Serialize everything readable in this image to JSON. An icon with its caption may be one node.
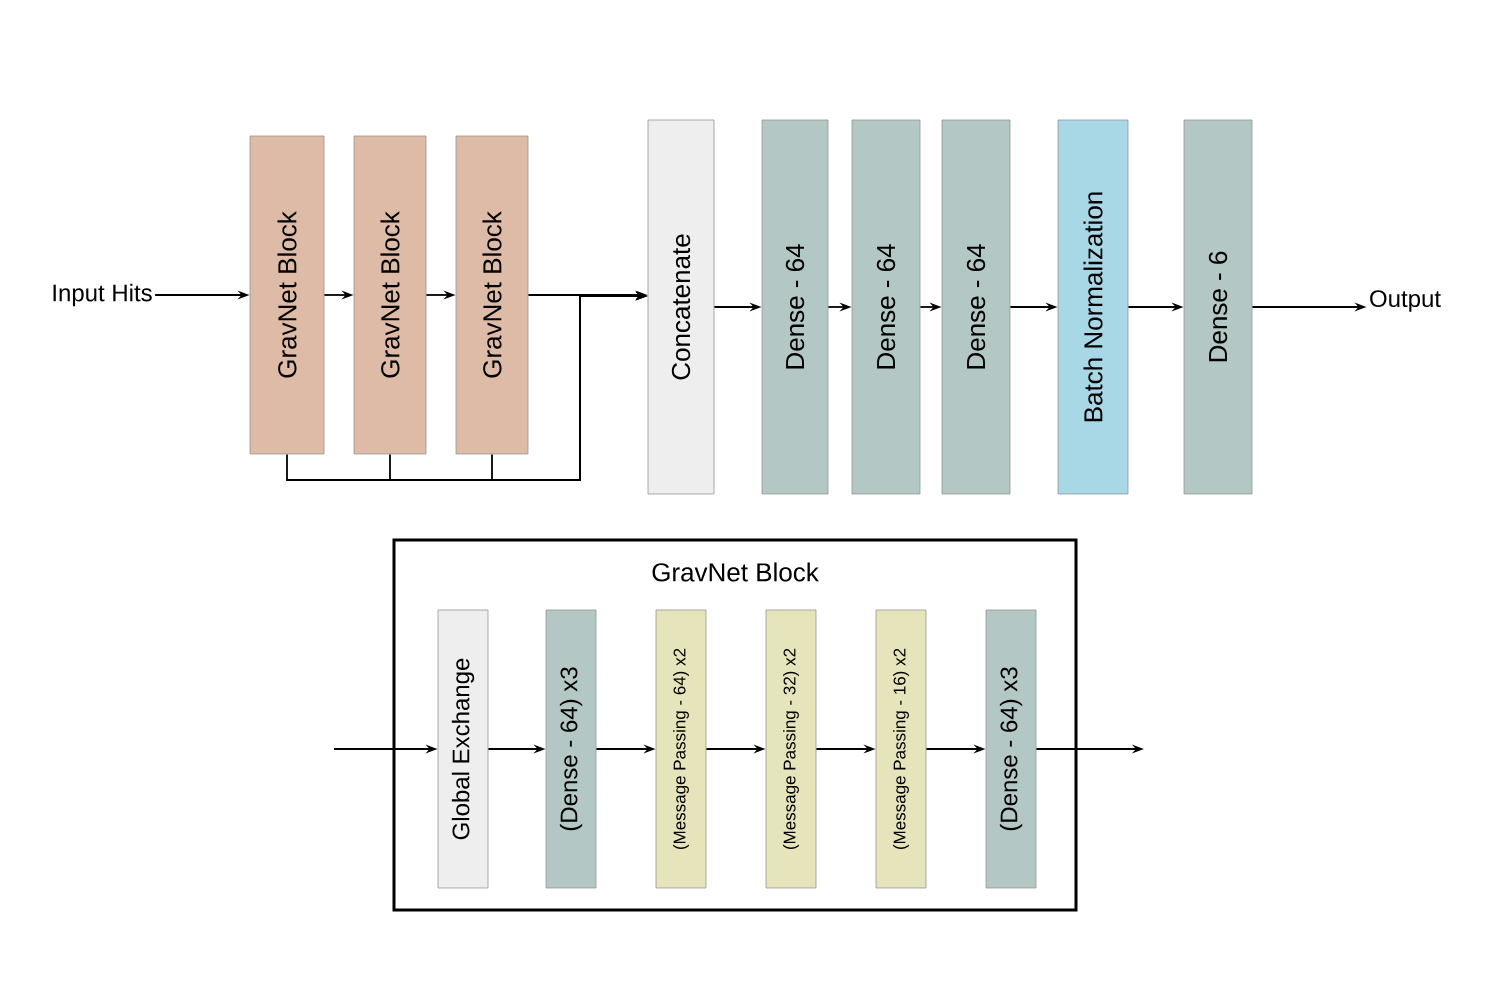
{
  "diagram": {
    "nodes": [
      {
        "text": [
          "Input Hits"
        ]
      },
      {
        "text": [
          "GravNet Block"
        ]
      },
      {
        "text": [
          "GravNet Block"
        ]
      },
      {
        "text": [
          "GravNet Block"
        ]
      },
      {
        "text": [
          "Concatenate"
        ]
      },
      {
        "text": [
          "Dense - 64"
        ]
      },
      {
        "text": [
          "Dense - 64"
        ]
      },
      {
        "text": [
          "Dense - 64"
        ]
      },
      {
        "text": [
          "Batch Normalization"
        ]
      },
      {
        "text": [
          "Dense - 6"
        ]
      },
      {
        "text": [
          "Output"
        ]
      },
      {
        "text": [
          "GravNet Block"
        ]
      },
      {
        "text": [
          "Global Exchange"
        ],
        "in": 11
      },
      {
        "text": [
          "(Dense - 64) x3"
        ],
        "in": 11
      },
      {
        "text": [
          "(Message Passing - 64) x2"
        ],
        "in": 11
      },
      {
        "text": [
          "(Message Passing - 32) x2"
        ],
        "in": 11
      },
      {
        "text": [
          "(Message Passing - 16) x2"
        ],
        "in": 11
      },
      {
        "text": [
          "(Dense - 64) x3"
        ],
        "in": 11
      }
    ],
    "edges": [
      {
        "from": 0,
        "to": 1,
        "arrow": "to"
      },
      {
        "from": 1,
        "to": 2,
        "arrow": "to"
      },
      {
        "from": 2,
        "to": 3,
        "arrow": "to"
      },
      {
        "from": 3,
        "to": 4,
        "arrow": "to"
      },
      {
        "from": 1,
        "to": 4,
        "arrow": "to"
      },
      {
        "from": 2,
        "to": 4,
        "arrow": "to"
      },
      {
        "from": 3,
        "to": 4,
        "arrow": "to"
      },
      {
        "from": 4,
        "to": 5,
        "arrow": "to"
      },
      {
        "from": 5,
        "to": 6,
        "arrow": "to"
      },
      {
        "from": 6,
        "to": 7,
        "arrow": "to"
      },
      {
        "from": 7,
        "to": 8,
        "arrow": "to"
      },
      {
        "from": 8,
        "to": 9,
        "arrow": "to"
      },
      {
        "from": 9,
        "to": 10,
        "arrow": "to"
      },
      {
        "from": null,
        "to": 12,
        "arrow": "to"
      },
      {
        "from": 12,
        "to": 13,
        "arrow": "to"
      },
      {
        "from": 13,
        "to": 14,
        "arrow": "to"
      },
      {
        "from": 14,
        "to": 15,
        "arrow": "to"
      },
      {
        "from": 15,
        "to": 16,
        "arrow": "to"
      },
      {
        "from": 16,
        "to": 17,
        "arrow": "to"
      },
      {
        "from": 17,
        "to": null,
        "arrow": "to"
      }
    ]
  }
}
